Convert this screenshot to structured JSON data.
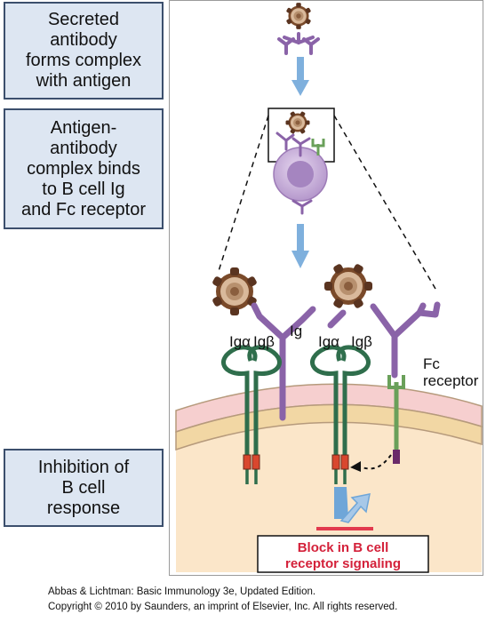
{
  "steps": [
    {
      "label": "Secreted\nantibody\nforms complex\nwith antigen"
    },
    {
      "label": "Antigen-\nantibody\ncomplex binds\nto B cell Ig\nand Fc receptor"
    },
    {
      "label": "Inhibition of\nB cell\nresponse"
    }
  ],
  "diagram_labels": {
    "ig": "Ig",
    "ig_alpha": "Igα",
    "ig_beta": "Igβ",
    "fc_line1": "Fc",
    "fc_line2": "receptor",
    "block_line1": "Block in B cell",
    "block_line2": "receptor signaling"
  },
  "credits": {
    "line1": "Abbas & Lichtman: Basic Immunology 3e, Updated Edition.",
    "line2": "Copyright © 2010 by Saunders, an imprint of Elsevier, Inc. All rights reserved."
  },
  "colors": {
    "step_box_fill": "#dde6f2",
    "antibody": "#8a63a8",
    "ig_chains": "#2f6e4c",
    "fc_receptor": "#6aa05a",
    "membrane": "#f2d7a4",
    "block_text": "#d4213a",
    "arrow": "#7fb0dd"
  }
}
